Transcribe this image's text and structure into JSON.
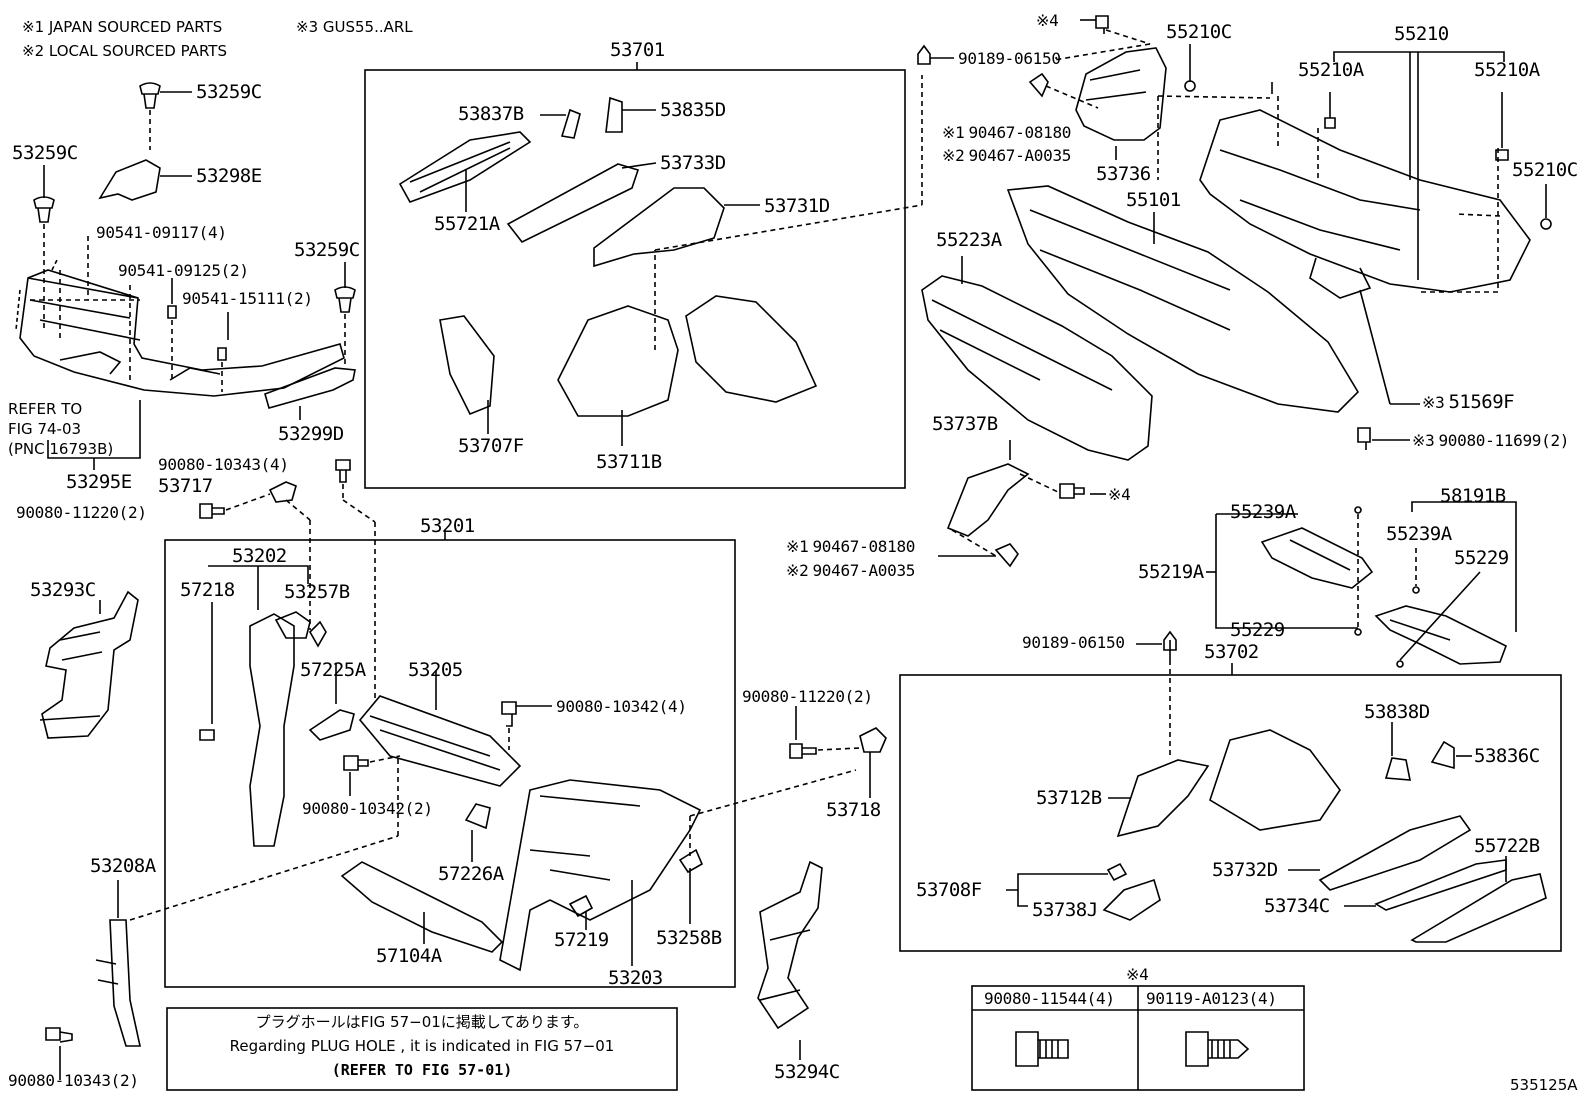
{
  "legend": {
    "note1": "※1 JAPAN SOURCED PARTS",
    "note2": "※2 LOCAL SOURCED PARTS",
    "note3": "※3 GUS55..ARL"
  },
  "groups": {
    "g53701": "53701",
    "g53201": "53201",
    "g53702": "53702"
  },
  "refer": {
    "line1": "REFER TO",
    "line2": "FIG 74-03",
    "line3": "(PNC 16793B)"
  },
  "markers": {
    "m1": "※1",
    "m2": "※2",
    "m3": "※3",
    "m4": "※4"
  },
  "labels": {
    "p53259C_a": "53259C",
    "p53259C_b": "53259C",
    "p53259C_c": "53259C",
    "p53298E": "53298E",
    "p90541_09117": "90541-09117(4)",
    "p90541_09125": "90541-09125(2)",
    "p90541_15111": "90541-15111(2)",
    "p53299D": "53299D",
    "p53295E": "53295E",
    "p53717": "53717",
    "p90080_10343_top": "90080-10343(4)",
    "p90080_11220_left": "90080-11220(2)",
    "p53837B": "53837B",
    "p53835D": "53835D",
    "p53733D": "53733D",
    "p55721A": "55721A",
    "p53731D": "53731D",
    "p53707F": "53707F",
    "p53711B": "53711B",
    "p90189_06150_top": "90189-06150",
    "p90467_08180_top": "90467-08180",
    "p90467_A0035_top": "90467-A0035",
    "p53736": "53736",
    "p55210C_top": "55210C",
    "p55210": "55210",
    "p55210A_l": "55210A",
    "p55210A_r": "55210A",
    "p55210C_r": "55210C",
    "p55101": "55101",
    "p55223A": "55223A",
    "p51569F": "51569F",
    "p90080_11699": "90080-11699(2)",
    "p53737B": "53737B",
    "p90467_08180_mid": "90467-08180",
    "p90467_A0035_mid": "90467-A0035",
    "p55239A_a": "55239A",
    "p58191B": "58191B",
    "p55239A_b": "55239A",
    "p55229_r": "55229",
    "p55219A": "55219A",
    "p55229_b": "55229",
    "p90189_06150_mid": "90189-06150",
    "p53202": "53202",
    "p57218": "57218",
    "p53257B": "53257B",
    "p53293C": "53293C",
    "p57225A": "57225A",
    "p53205": "53205",
    "p90080_10342_r": "90080-10342(4)",
    "p90080_10342_l": "90080-10342(2)",
    "p90080_11220_mid": "90080-11220(2)",
    "p53718": "53718",
    "p57226A": "57226A",
    "p53208A": "53208A",
    "p57104A": "57104A",
    "p57219": "57219",
    "p53258B": "53258B",
    "p53203": "53203",
    "p90080_10343_bot": "90080-10343(2)",
    "p53294C": "53294C",
    "p53712B": "53712B",
    "p53838D": "53838D",
    "p53836C": "53836C",
    "p53732D": "53732D",
    "p55722B": "55722B",
    "p53708F": "53708F",
    "p53738J": "53738J",
    "p53734C": "53734C"
  },
  "fastener_table": {
    "marker": "※4",
    "col1": "90080-11544(4)",
    "col2": "90119-A0123(4)"
  },
  "footnote": {
    "jp": "プラグホールはFIG 57−01に掲載してあります。",
    "en": "Regarding PLUG HOLE , it is indicated in FIG 57−01",
    "ref": "(REFER TO FIG 57-01)"
  },
  "figure_id": "535125A"
}
